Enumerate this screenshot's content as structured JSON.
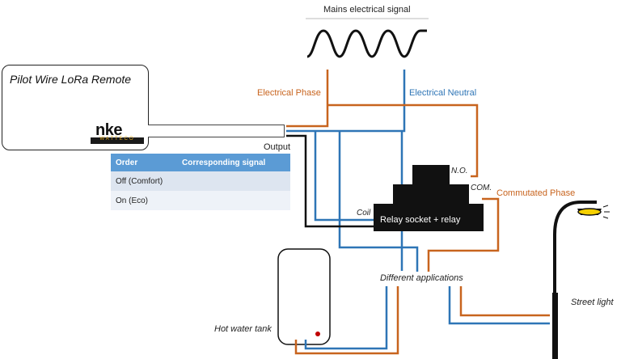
{
  "title": "Mains electrical signal",
  "device": {
    "name": "Pilot Wire LoRa Remote",
    "logo_main": "nke",
    "logo_sub": "WATTECO"
  },
  "labels": {
    "electrical_phase": "Electrical Phase",
    "electrical_neutral": "Electrical Neutral",
    "output": "Output",
    "no": "N.O.",
    "com": "COM.",
    "commutated_phase": "Commutated Phase",
    "coil": "Coil",
    "relay": "Relay socket + relay",
    "different_applications": "Different applications",
    "hot_water_tank": "Hot water tank",
    "street_light": "Street light"
  },
  "table": {
    "headers": [
      "Order",
      "Corresponding signal"
    ],
    "rows": [
      {
        "order": "Off (Comfort)"
      },
      {
        "order": "On (Eco)"
      }
    ]
  },
  "colors": {
    "phase": "#c8641e",
    "neutral": "#2e75b6",
    "header": "#5b9bd5",
    "lamp": "#f5d000"
  }
}
